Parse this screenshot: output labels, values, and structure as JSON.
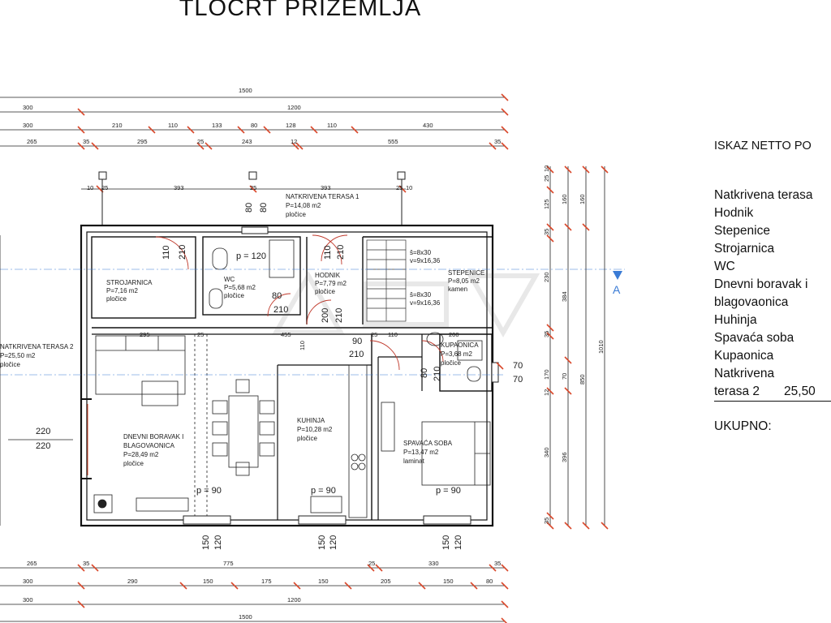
{
  "title": "TLOCRT PRIZEMLJA",
  "section_marker": "A",
  "legend": {
    "heading": "ISKAZ NETTO PO",
    "rows": [
      "Natkrivena terasa",
      "Hodnik",
      "Stepenice",
      "Strojarnica",
      "WC",
      "Dnevni boravak i",
      "blagovaonica",
      "Huhinja",
      "Spavaća soba",
      "Kupaonica",
      "Natkrivena"
    ],
    "last_row_label": "terasa 2",
    "last_row_value": "25,50",
    "total": "UKUPNO:"
  },
  "rooms": {
    "strojarnica": {
      "name": "STROJARNICA",
      "area": "P=7,16 m2",
      "floor": "pločice"
    },
    "wc": {
      "name": "WC",
      "area": "P=5,68 m2",
      "floor": "pločice",
      "p": "p = 120"
    },
    "hodnik": {
      "name": "HODNIK",
      "area": "P=7,79 m2",
      "floor": "pločice"
    },
    "stepenice": {
      "name": "STEPENICE",
      "area": "P=8,05 m2",
      "floor": "kamen",
      "stairs_top": "š=8x30",
      "stairs_top2": "v=9x16,36",
      "stairs_bottom": "š=8x30",
      "stairs_bottom2": "v=9x16,36"
    },
    "terasa1": {
      "name": "NATKRIVENA TERASA 1",
      "area": "P=14,08 m2",
      "floor": "pločice"
    },
    "terasa2": {
      "name": "NATKRIVENA TERASA 2",
      "area": "P=25,50 m2",
      "floor": "pločice"
    },
    "kupaonica": {
      "name": "KUPAONICA",
      "area": "P=3,68 m2",
      "floor": "pločice"
    },
    "dnevni": {
      "name": "DNEVNI BORAVAK I",
      "name2": "BLAGOVAONICA",
      "area": "P=28,49 m2",
      "floor": "pločice"
    },
    "kuhinja": {
      "name": "KUHINJA",
      "area": "P=10,28 m2",
      "floor": "pločice"
    },
    "spavaca": {
      "name": "SPAVAĆA SOBA",
      "area": "P=13,47 m2",
      "floor": "laminat"
    }
  },
  "dims_top": {
    "row1": [
      "1500"
    ],
    "row2": [
      "300",
      "1200"
    ],
    "row3": [
      "300",
      "210",
      "110",
      "133",
      "80",
      "128",
      "110",
      "430"
    ],
    "row4": [
      "265",
      "35",
      "295",
      "25",
      "243",
      "12",
      "555",
      "35"
    ],
    "row5": [
      "10",
      "25",
      "393",
      "25",
      "393",
      "25",
      "10"
    ]
  },
  "dims_bottom": {
    "row1": [
      "265",
      "35",
      "775",
      "25",
      "330",
      "35"
    ],
    "row2": [
      "300",
      "290",
      "150",
      "175",
      "150",
      "205",
      "150",
      "80"
    ],
    "row3": [
      "300",
      "1200"
    ],
    "row4": [
      "1500"
    ]
  },
  "dims_right": {
    "col1": [
      "25",
      "10",
      "125",
      "35",
      "230",
      "35",
      "170",
      "12",
      "340",
      "35"
    ],
    "col2": [
      "160",
      "384",
      "70",
      "396"
    ],
    "col3": [
      "160",
      "850"
    ],
    "col4": [
      "1010"
    ]
  },
  "openings": {
    "d_strojarnica": [
      "110",
      "210"
    ],
    "d_terasa_top": [
      "80",
      "80"
    ],
    "d_hodnik_top": [
      "110",
      "210"
    ],
    "d_wc": [
      "80",
      "210"
    ],
    "d_hodnik_mid": [
      "200",
      "210"
    ],
    "d_kitchen": [
      "90",
      "210"
    ],
    "d_kupaonica": [
      "80",
      "210"
    ],
    "d_bath_win": [
      "70",
      "70"
    ],
    "d_terasa2": [
      "220",
      "220"
    ],
    "w1": [
      "150",
      "120"
    ],
    "w2": [
      "150",
      "120"
    ],
    "w3": [
      "150",
      "120"
    ],
    "p90_living": "p = 90",
    "p90_kitchen": "p = 90",
    "p90_bed": "p = 90",
    "misc": [
      "295",
      "25",
      "455",
      "110",
      "25",
      "110",
      "200"
    ]
  }
}
